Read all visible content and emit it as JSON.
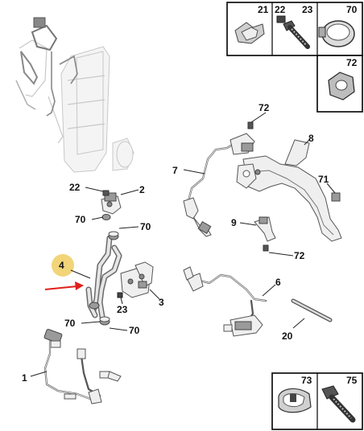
{
  "callouts": {
    "c1": "1",
    "c2": "2",
    "c3": "3",
    "c4": "4",
    "c6": "6",
    "c7": "7",
    "c8": "8",
    "c9": "9",
    "c20": "20",
    "c22": "22",
    "c23": "23",
    "c70a": "70",
    "c70b": "70",
    "c70c": "70",
    "c70d": "70",
    "c71": "71",
    "c72a": "72",
    "c72b": "72"
  },
  "topbox": {
    "b21": "21",
    "b22": "22",
    "b23": "23",
    "b70": "70",
    "b72": "72"
  },
  "bottombox": {
    "b73": "73",
    "b75": "75"
  },
  "colors": {
    "highlight": "#f2d479",
    "arrow": "#e0201b"
  }
}
